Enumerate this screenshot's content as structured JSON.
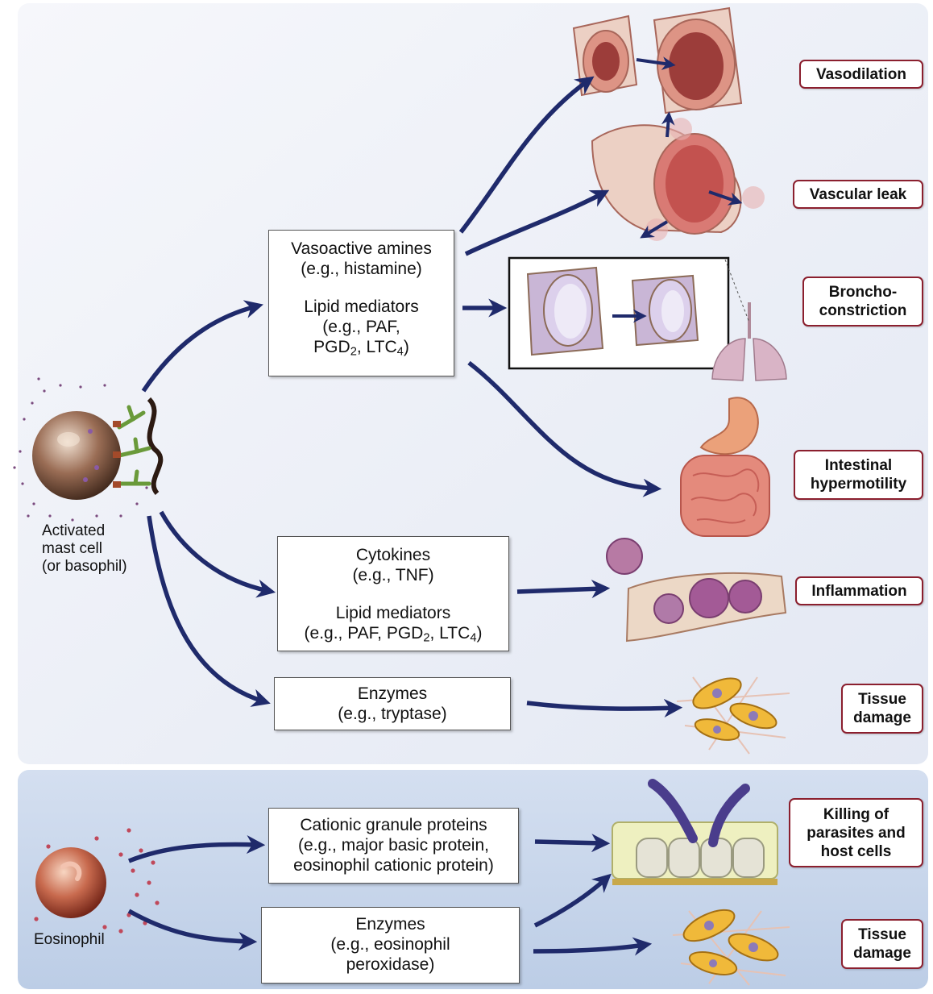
{
  "mast_cell": {
    "caption": [
      "Activated",
      "mast cell",
      "(or basophil)"
    ]
  },
  "eosinophil": {
    "caption": "Eosinophil"
  },
  "boxes": {
    "vasoactive": {
      "lines_a": [
        "Vasoactive amines",
        "(e.g., histamine)"
      ],
      "lines_b": [
        "Lipid mediators",
        "(e.g., PAF,"
      ],
      "line_c_pre": "PGD",
      "line_c_sub1": "2",
      "line_c_mid": ", LTC",
      "line_c_sub2": "4",
      "line_c_post": ")"
    },
    "cytokines": {
      "lines_a": [
        "Cytokines",
        "(e.g., TNF)"
      ],
      "lines_b": [
        "Lipid mediators"
      ],
      "line_c_pre": "(e.g., PAF, PGD",
      "line_c_sub1": "2",
      "line_c_mid": ", LTC",
      "line_c_sub2": "4",
      "line_c_post": ")"
    },
    "enzymes_mast": {
      "lines": [
        "Enzymes",
        "(e.g., tryptase)"
      ]
    },
    "cationic": {
      "lines": [
        "Cationic granule proteins",
        "(e.g., major basic protein,",
        "eosinophil cationic protein)"
      ]
    },
    "enzymes_eos": {
      "lines": [
        "Enzymes",
        "(e.g., eosinophil",
        "peroxidase)"
      ]
    }
  },
  "effects": {
    "vasodilation": [
      "Vasodilation"
    ],
    "vascular_leak": [
      "Vascular leak"
    ],
    "bronchoconstriction": [
      "Broncho-",
      "constriction"
    ],
    "intestinal": [
      "Intestinal",
      "hypermotility"
    ],
    "inflammation": [
      "Inflammation"
    ],
    "tissue_damage_1": [
      "Tissue",
      "damage"
    ],
    "killing": [
      "Killing of",
      "parasites and",
      "host cells"
    ],
    "tissue_damage_2": [
      "Tissue",
      "damage"
    ]
  },
  "colors": {
    "panel_top": "#e9ecf5",
    "panel_bottom": "#c8d6ea",
    "arrow": "#1f2a6b",
    "label_border": "#8b1f2e",
    "vessel": "#d88a7a",
    "muscle": "#e8a3a0"
  },
  "icons": [
    "mast-cell-icon",
    "eosinophil-icon",
    "blood-vessel-icon",
    "leaky-vessel-icon",
    "airway-icon",
    "lungs-icon",
    "intestine-icon",
    "inflamed-vessel-icon",
    "tissue-cells-icon",
    "epithelium-parasite-icon"
  ]
}
